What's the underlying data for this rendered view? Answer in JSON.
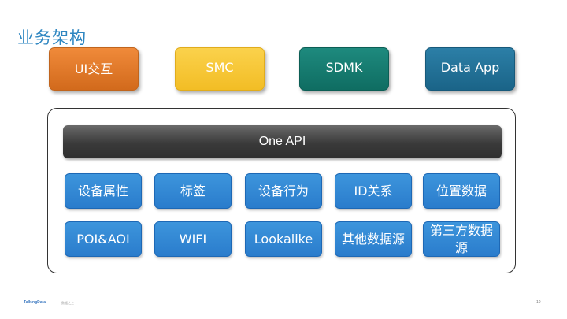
{
  "title": "业务架构",
  "top_layer": [
    {
      "label": "UI交互",
      "color": "#e07a2a"
    },
    {
      "label": "SMC",
      "color": "#f7c934"
    },
    {
      "label": "SDMK",
      "color": "#157a6e"
    },
    {
      "label": "Data App",
      "color": "#2272a0"
    }
  ],
  "api_bar": {
    "label": "One API"
  },
  "modules": {
    "row1": [
      "设备属性",
      "标签",
      "设备行为",
      "ID关系",
      "位置数据"
    ],
    "row2": [
      "POI&AOI",
      "WIFI",
      "Lookalike",
      "其他数据源",
      "第三方数据源"
    ]
  },
  "footer": {
    "logo": "TalkingData",
    "subtitle": "数据之上",
    "page": "10"
  },
  "colors": {
    "title": "#2e86c1",
    "module": "#2f86d4",
    "api_bar": "#3a3a3a"
  }
}
